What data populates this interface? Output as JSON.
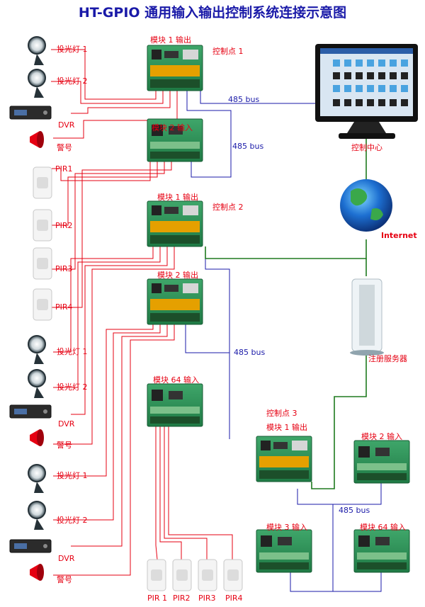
{
  "title": "HT-GPIO 通用输入输出控制系统连接示意图",
  "colors": {
    "accent": "#e60012",
    "bus": "#1a1aa8",
    "network": "#1e7a1e",
    "board": "#2e8b57"
  },
  "bus_label": "485 bus",
  "control_center": "控制中心",
  "internet": "Internet",
  "server": "注册服务器",
  "points": {
    "p1": "控制点 1",
    "p2": "控制点 2",
    "p3": "控制点 3"
  },
  "modules": {
    "m1_out": "模块 1 输出",
    "m2_in": "模块 2 输入",
    "m1_out_b": "模块 1 输出",
    "m2_out": "模块 2 输出",
    "m64_in": "模块 64 输入",
    "m1_out_c": "模块 1 输出",
    "m2_in_c": "模块 2 输入",
    "m3_in_c": "模块 3 输入",
    "m64_in_c": "模块 64 输入"
  },
  "devices": {
    "floodlight_1": "投光灯 1",
    "floodlight_2": "投光灯 2",
    "dvr": "DVR",
    "alarm": "警号",
    "pir1": "PIR1",
    "pir2": "PIR2",
    "pir3": "PIR3",
    "pir4": "PIR4",
    "pir1s": "PIR 1"
  }
}
